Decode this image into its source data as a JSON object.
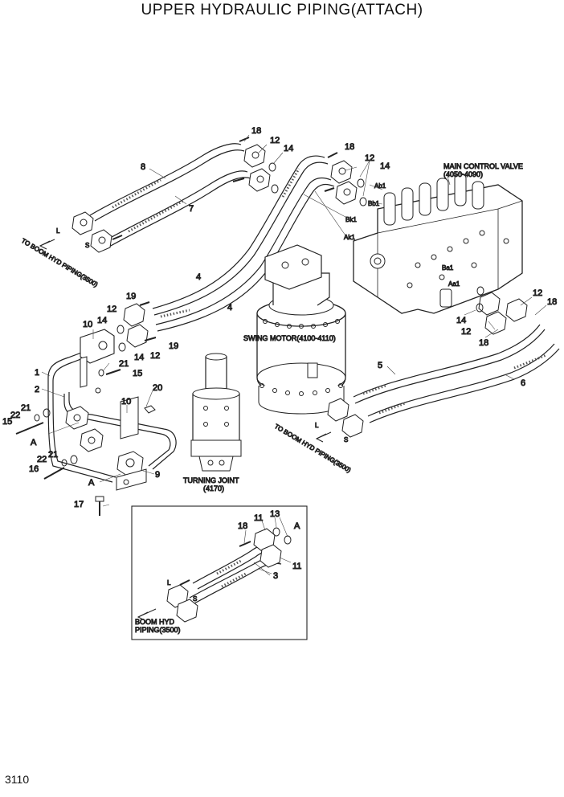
{
  "page": {
    "title": "UPPER HYDRAULIC PIPING(ATTACH)",
    "number": "3110"
  },
  "labels": {
    "main_control_valve": "MAIN CONTROL VALVE",
    "main_control_valve_range": "(4050-4090)",
    "swing_motor": "SWING MOTOR(4100-4110)",
    "turning_joint": "TURNING JOINT",
    "turning_joint_range": "(4170)",
    "to_boom_left": "TO BOOM HYD PIPING(3500)",
    "to_boom_right": "TO BOOM HYD PIPING(3500)",
    "boom_hyd_line1": "BOOM HYD",
    "boom_hyd_line2": "PIPING(3500)",
    "port_ab1": "Ab1",
    "port_bb1": "Bb1",
    "port_bk1": "Bk1",
    "port_ak1": "Ak1",
    "port_ba1": "Ba1",
    "port_aa1": "Aa1",
    "port_l": "L",
    "port_s": "S",
    "detail_a": "A"
  },
  "callouts": {
    "c1": "1",
    "c2": "2",
    "c3": "3",
    "c4": "4",
    "c5": "5",
    "c6": "6",
    "c7": "7",
    "c8": "8",
    "c9": "9",
    "c10": "10",
    "c11": "11",
    "c12": "12",
    "c13": "13",
    "c14": "14",
    "c15": "15",
    "c16": "16",
    "c17": "17",
    "c18": "18",
    "c19": "19",
    "c20": "20",
    "c21": "21",
    "c22": "22"
  }
}
